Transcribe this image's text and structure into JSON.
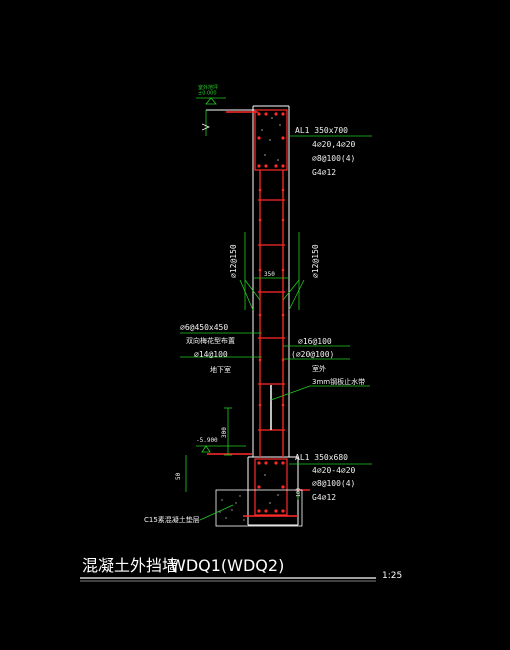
{
  "colors": {
    "background": "#000000",
    "wall_outline": "#ffffff",
    "rebar": "#ff2a2a",
    "dimension": "#22cc22",
    "annotation_text": "#f2f2f2",
    "title_text": "#ffffff",
    "hatch_dots": "#aaaaaa"
  },
  "drawing": {
    "ground_symbol_text": "室外地坪\n±0.000",
    "top_beam": {
      "label": "AL1 350x700",
      "line1": "4⌀20,4⌀20",
      "line2": "⌀8@100(4)",
      "line3": "G4⌀12"
    },
    "left_vertical_rebar": "⌀12@150",
    "right_vertical_rebar": "⌀12@150",
    "wall_thickness": "350",
    "tie_rebar": "⌀6@450x450",
    "tie_rebar_note": "双向梅花型布置",
    "horizontal_rebar_inner": "⌀14@100",
    "inner_side_label": "地下室",
    "horizontal_rebar_outer_1": "⌀16@100",
    "horizontal_rebar_outer_2": "(⌀20@100)",
    "outer_side_label": "室外",
    "waterstop_note": "3mm钢板止水带",
    "level_mark": "-5.900",
    "dim_300": "300",
    "dim_50": "50",
    "dim_100": "100",
    "bottom_beam": {
      "label": "AL1 350x680",
      "line1": "4⌀20-4⌀20",
      "line2": "⌀8@100(4)",
      "line3": "G4⌀12"
    },
    "cushion_note": "C15素混凝土垫层",
    "title": "混凝土外挡墙",
    "title_code": "WDQ1(WDQ2)",
    "scale": "1:25"
  }
}
